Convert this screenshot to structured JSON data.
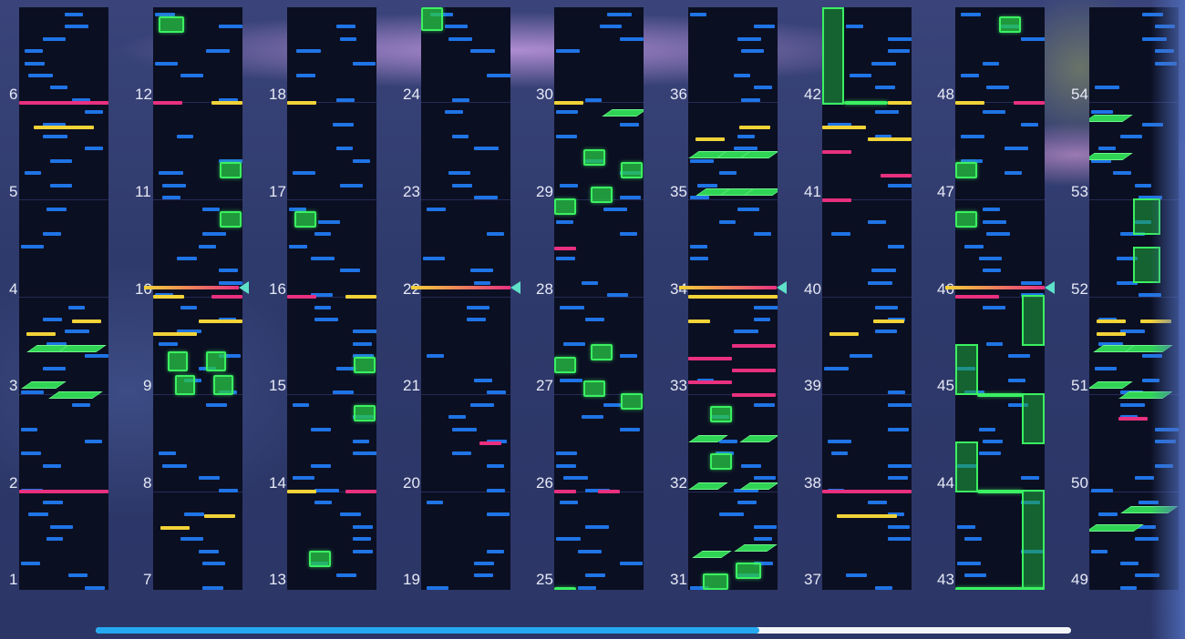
{
  "view": "chart-preview",
  "columns": [
    {
      "top_measure": "6",
      "mid1": "5",
      "mid2": "4",
      "mid3": "3",
      "mid4": "2",
      "bottom_measure": "1"
    },
    {
      "top_measure": "12",
      "mid1": "11",
      "mid2": "10",
      "mid3": "9",
      "mid4": "8",
      "bottom_measure": "7"
    },
    {
      "top_measure": "18",
      "mid1": "17",
      "mid2": "16",
      "mid3": "15",
      "mid4": "14",
      "bottom_measure": "13"
    },
    {
      "top_measure": "24",
      "mid1": "23",
      "mid2": "22",
      "mid3": "21",
      "mid4": "20",
      "bottom_measure": "19"
    },
    {
      "top_measure": "30",
      "mid1": "29",
      "mid2": "28",
      "mid3": "27",
      "mid4": "26",
      "bottom_measure": "25"
    },
    {
      "top_measure": "36",
      "mid1": "35",
      "mid2": "34",
      "mid3": "33",
      "mid4": "32",
      "bottom_measure": "31"
    },
    {
      "top_measure": "42",
      "mid1": "41",
      "mid2": "40",
      "mid3": "39",
      "mid4": "38",
      "bottom_measure": "37"
    },
    {
      "top_measure": "48",
      "mid1": "47",
      "mid2": "46",
      "mid3": "45",
      "mid4": "44",
      "bottom_measure": "43"
    },
    {
      "top_measure": "54",
      "mid1": "53",
      "mid2": "52",
      "mid3": "51",
      "mid4": "50",
      "bottom_measure": "49"
    }
  ],
  "colors": {
    "tap_note": "#1f74e6",
    "yellow_note": "#f2d338",
    "pink_note": "#e8307f",
    "green_note": "#3bf061",
    "playhead": "#5fe0c9",
    "progress_fill": "#25a9f0",
    "progress_track": "#f3f4f8"
  },
  "playhead_position": {
    "measure": 46
  },
  "scroll_progress": 0.68
}
